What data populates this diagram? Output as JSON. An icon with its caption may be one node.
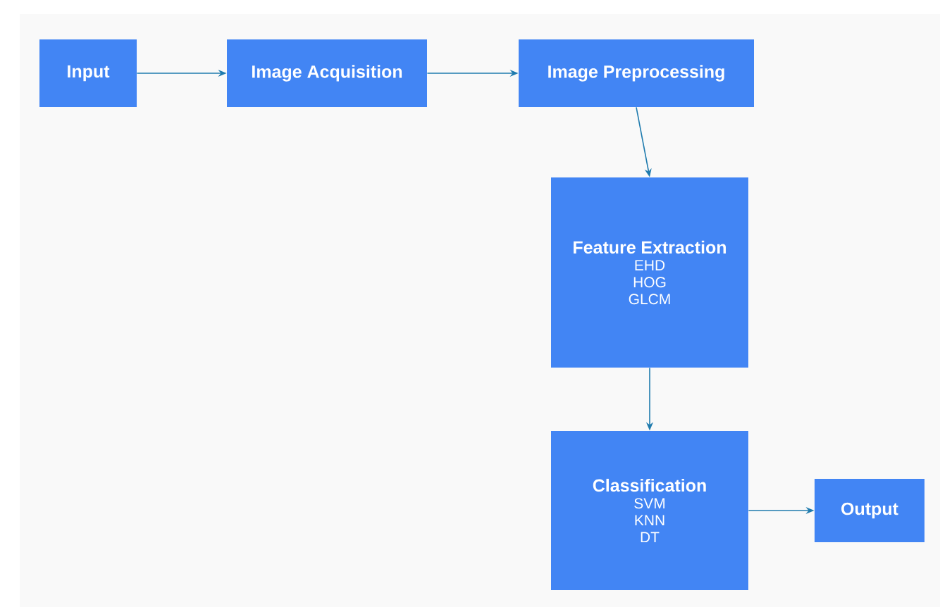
{
  "diagram": {
    "nodes": [
      {
        "text": [
          "Input"
        ]
      },
      {
        "text": [
          "Image Acquisition"
        ]
      },
      {
        "text": [
          "Image Preprocessing"
        ]
      },
      {
        "text": [
          "Feature Extraction",
          "EHD",
          "HOG",
          "GLCM"
        ]
      },
      {
        "text": [
          "Classification",
          "SVM",
          "KNN",
          "DT"
        ]
      },
      {
        "text": [
          "Output"
        ]
      }
    ],
    "edges": [
      {
        "from": 0,
        "to": 1,
        "arrow": "to"
      },
      {
        "from": 1,
        "to": 2,
        "arrow": "to"
      },
      {
        "from": 2,
        "to": 3,
        "arrow": "to"
      },
      {
        "from": 3,
        "to": 4,
        "arrow": "to"
      },
      {
        "from": 4,
        "to": 5,
        "arrow": "to"
      }
    ]
  }
}
